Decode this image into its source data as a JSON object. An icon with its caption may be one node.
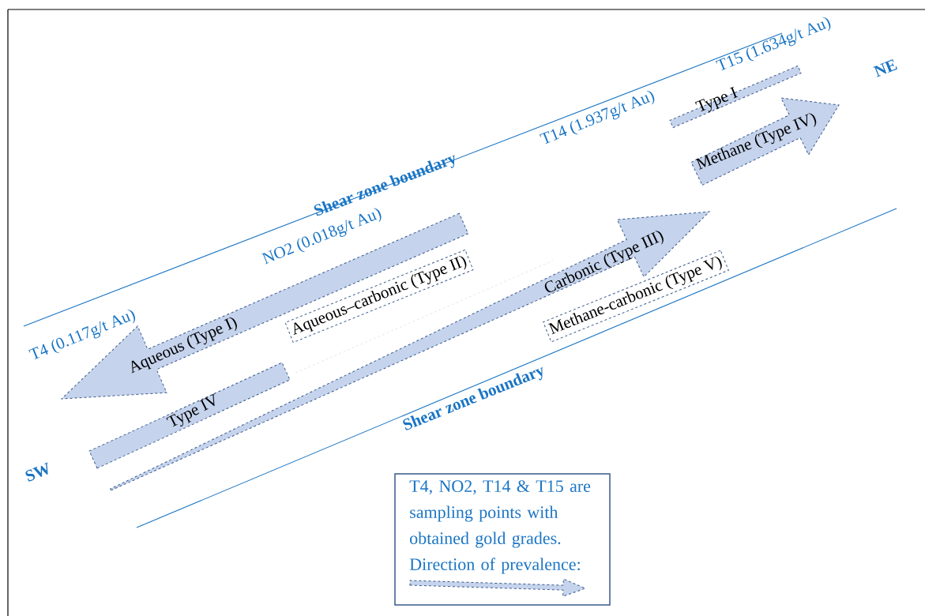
{
  "diagram": {
    "nodes": [
      {
        "text": [
          "Aqueous (Type I)"
        ]
      },
      {
        "text": [
          "Aqueous–carbonic (Type II)"
        ]
      },
      {
        "text": [
          "Type IV"
        ]
      },
      {
        "text": [
          "Carbonic (Type III)"
        ]
      },
      {
        "text": [
          "Methane-carbonic (Type V)"
        ]
      },
      {
        "text": [
          "Type I"
        ]
      },
      {
        "text": [
          "Methane (Type IV)"
        ]
      },
      {
        "text": [
          "T4, NO2, T14 & T15 are sampling points with obtained gold grades. Direction of prevalence:"
        ]
      }
    ],
    "labels": [
      "T15 (1.634g/t Au)",
      "NE",
      "T14 (1.937g/t Au)",
      "Shear zone boundary",
      "NO2 (0.018g/t Au)",
      "T4 (0.117g/t Au)",
      "Shear zone boundary",
      "SW"
    ]
  }
}
